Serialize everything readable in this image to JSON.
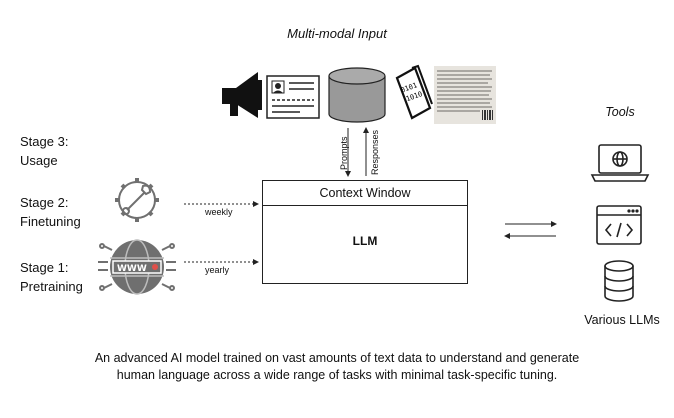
{
  "header": {
    "title": "Multi-modal Input"
  },
  "stages": [
    {
      "title": "Stage 3:",
      "name": "Usage"
    },
    {
      "title": "Stage 2:",
      "name": "Finetuning"
    },
    {
      "title": "Stage 1:",
      "name": "Pretraining"
    }
  ],
  "arrows": {
    "weekly": "weekly",
    "yearly": "yearly",
    "prompts": "Prompts",
    "responses": "Responses"
  },
  "context": {
    "header": "Context Window",
    "model": "LLM"
  },
  "tools": {
    "title": "Tools",
    "footer": "Various LLMs"
  },
  "icons": {
    "inputs": [
      "megaphone-icon",
      "id-card-icon",
      "database-cylinder-icon",
      "binary-document-icon",
      "scanned-document-icon"
    ],
    "stages": [
      "gear-wrench-icon",
      "globe-www-icon"
    ],
    "tools": [
      "laptop-globe-icon",
      "code-window-icon",
      "database-icon"
    ]
  },
  "colors": {
    "cylinder": "#999999",
    "stroke": "#222222",
    "icon_gray": "#707070",
    "accent_red": "#e0504a"
  },
  "caption": {
    "line1": "An advanced AI model trained on vast amounts of text data to understand and generate",
    "line2": "human language across a wide range of tasks with minimal task-specific tuning."
  }
}
